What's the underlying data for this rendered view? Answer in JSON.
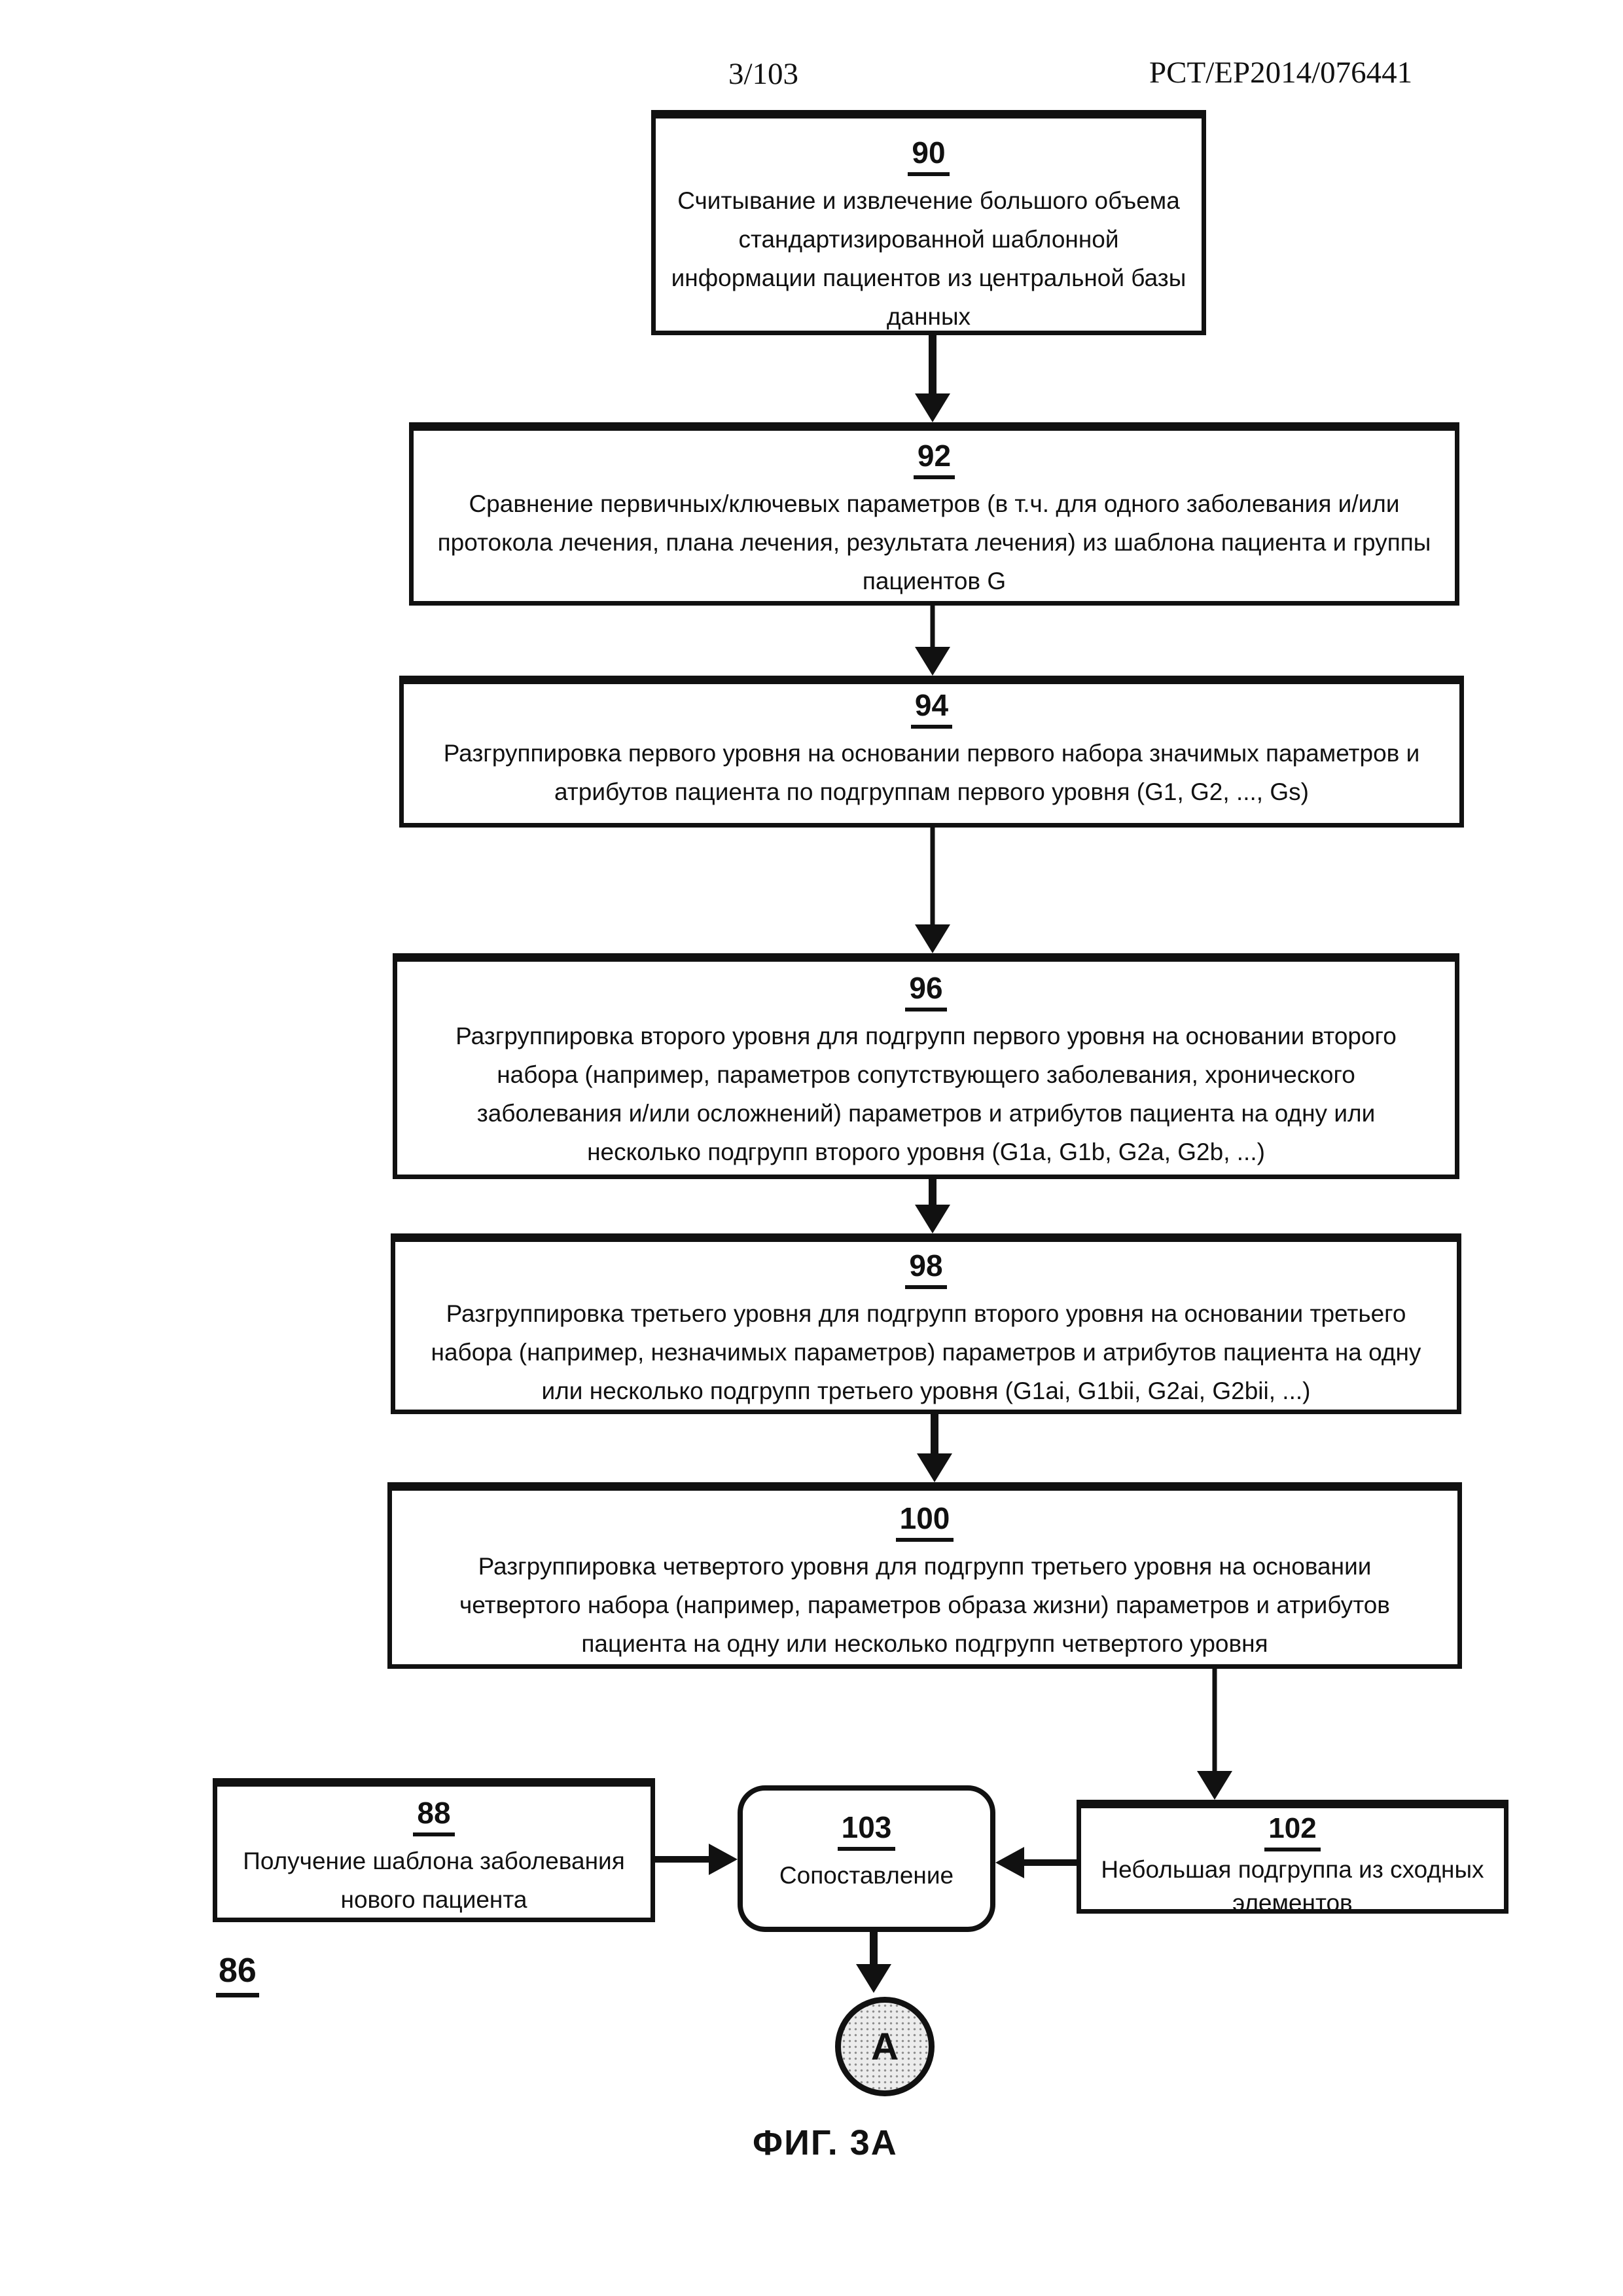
{
  "colors": {
    "ink": "#111111",
    "paper": "#ffffff"
  },
  "header": {
    "page_number": "3/103",
    "patent_number": "PCT/EP2014/076441"
  },
  "figure": {
    "caption": "ФИГ. 3А",
    "diagram_label": "86",
    "connector_label": "A",
    "boxes": [
      {
        "num": "90",
        "text": "Считывание и извлечение большого объема\nстандартизированной шаблонной\nинформации пациентов из центральной базы\nданных"
      },
      {
        "num": "92",
        "text": "Сравнение первичных/ключевых параметров (в т.ч. для одного заболевания и/или\nпротокола лечения, плана лечения, результата лечения) из шаблона пациента и группы\nпациентов G"
      },
      {
        "num": "94",
        "text": "Разгруппировка первого уровня на основании первого набора значимых параметров и\nатрибутов пациента по подгруппам первого уровня (G1, G2, ..., Gs)"
      },
      {
        "num": "96",
        "text": "Разгруппировка второго уровня для подгрупп первого уровня на основании второго\nнабора (например, параметров сопутствующего заболевания, хронического\nзаболевания и/или осложнений) параметров и атрибутов пациента на одну или\nнесколько подгрупп второго уровня (G1a, G1b, G2a, G2b, ...)"
      },
      {
        "num": "98",
        "text": "Разгруппировка третьего уровня для подгрупп второго уровня на основании третьего\nнабора (например, незначимых параметров) параметров и атрибутов пациента на одну\nили несколько подгрупп третьего уровня (G1ai, G1bii, G2ai, G2bii, ...)"
      },
      {
        "num": "100",
        "text": "Разгруппировка четвертого уровня для подгрупп третьего уровня на основании\nчетвертого набора (например, параметров образа жизни) параметров и атрибутов\nпациента на одну или несколько подгрупп четвертого уровня"
      },
      {
        "num": "88",
        "text": "Получение шаблона заболевания\nнового пациента"
      },
      {
        "num": "103",
        "text": "Сопоставление"
      },
      {
        "num": "102",
        "text": "Небольшая подгруппа из сходных\nэлементов"
      }
    ]
  }
}
